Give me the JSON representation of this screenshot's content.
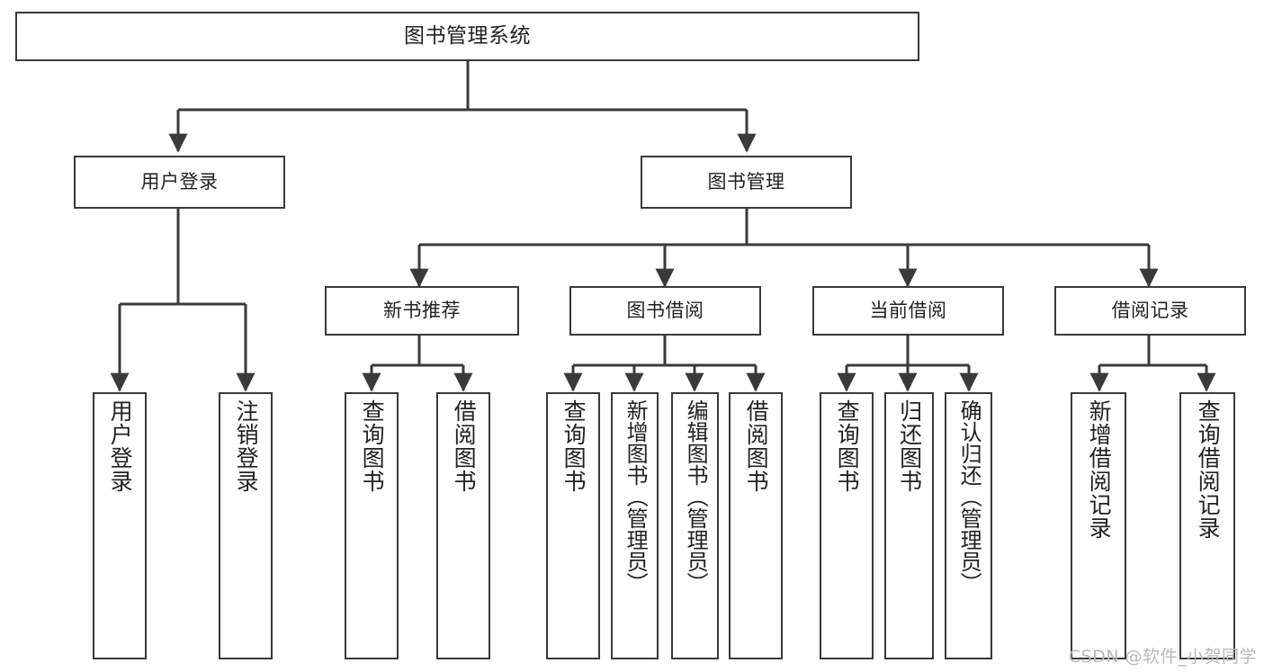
{
  "diagram": {
    "title": "图书管理系统",
    "type": "tree",
    "orientation": "top-down",
    "line_color": "#3a3a3a",
    "box_fill": "#ffffff",
    "text_color": "#222222"
  },
  "nodes": {
    "root": {
      "label": "图书管理系统",
      "level": 0
    },
    "level1": [
      {
        "id": "user-login",
        "label": "用户登录"
      },
      {
        "id": "book-manage",
        "label": "图书管理"
      }
    ],
    "level2": [
      {
        "id": "new-book-rec",
        "label": "新书推荐",
        "parent": "book-manage"
      },
      {
        "id": "book-borrow",
        "label": "图书借阅",
        "parent": "book-manage"
      },
      {
        "id": "current-borrow",
        "label": "当前借阅",
        "parent": "book-manage"
      },
      {
        "id": "borrow-record",
        "label": "借阅记录",
        "parent": "book-manage"
      }
    ],
    "leaves": [
      {
        "id": "leaf-user-login",
        "label": "用户登录",
        "parent": "user-login"
      },
      {
        "id": "leaf-logout",
        "label": "注销登录",
        "parent": "user-login"
      },
      {
        "id": "leaf-query-book-1",
        "label": "查询图书",
        "parent": "new-book-rec"
      },
      {
        "id": "leaf-borrow-book-1",
        "label": "借阅图书",
        "parent": "new-book-rec"
      },
      {
        "id": "leaf-query-book-2",
        "label": "查询图书",
        "parent": "book-borrow"
      },
      {
        "id": "leaf-add-book",
        "label": "新增图书（管理员）",
        "parent": "book-borrow"
      },
      {
        "id": "leaf-edit-book",
        "label": "编辑图书（管理员）",
        "parent": "book-borrow"
      },
      {
        "id": "leaf-borrow-book-2",
        "label": "借阅图书",
        "parent": "book-borrow"
      },
      {
        "id": "leaf-query-book-3",
        "label": "查询图书",
        "parent": "current-borrow"
      },
      {
        "id": "leaf-return-book",
        "label": "归还图书",
        "parent": "current-borrow"
      },
      {
        "id": "leaf-confirm-return",
        "label": "确认归还（管理员）",
        "parent": "current-borrow"
      },
      {
        "id": "leaf-add-record",
        "label": "新增借阅记录",
        "parent": "borrow-record"
      },
      {
        "id": "leaf-query-record",
        "label": "查询借阅记录",
        "parent": "borrow-record"
      }
    ]
  },
  "watermark": {
    "text": "CSDN @软件_小贺同学"
  }
}
